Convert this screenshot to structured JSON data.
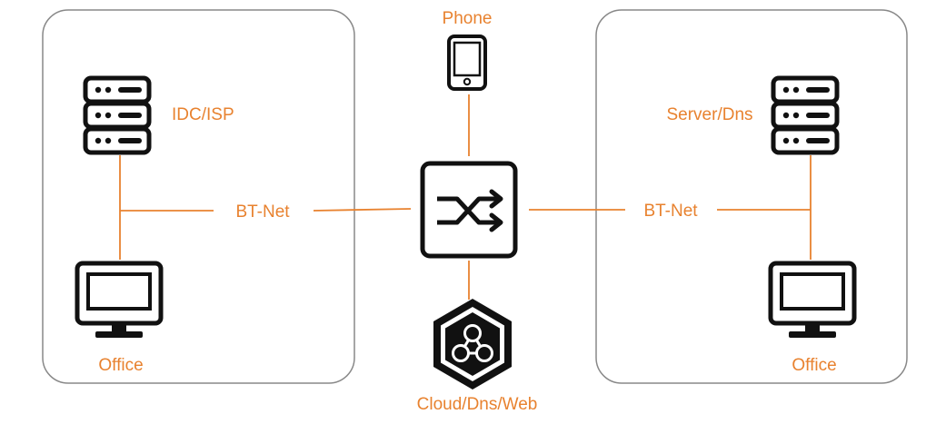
{
  "colors": {
    "accent": "#E8822F",
    "frame": "#888888",
    "icon": "#111111",
    "background": "#FFFFFF"
  },
  "nodes": {
    "phone": {
      "label": "Phone",
      "icon": "smartphone-icon"
    },
    "switch": {
      "icon": "shuffle-switch-icon"
    },
    "cloud": {
      "label": "Cloud/Dns/Web",
      "icon": "hexagon-cloud-icon"
    },
    "left_server": {
      "label": "IDC/ISP",
      "icon": "server-rack-icon"
    },
    "left_office": {
      "label": "Office",
      "icon": "monitor-icon"
    },
    "right_server": {
      "label": "Server/Dns",
      "icon": "server-rack-icon"
    },
    "right_office": {
      "label": "Office",
      "icon": "monitor-icon"
    }
  },
  "links": {
    "left": {
      "label": "BT-Net"
    },
    "right": {
      "label": "BT-Net"
    }
  }
}
